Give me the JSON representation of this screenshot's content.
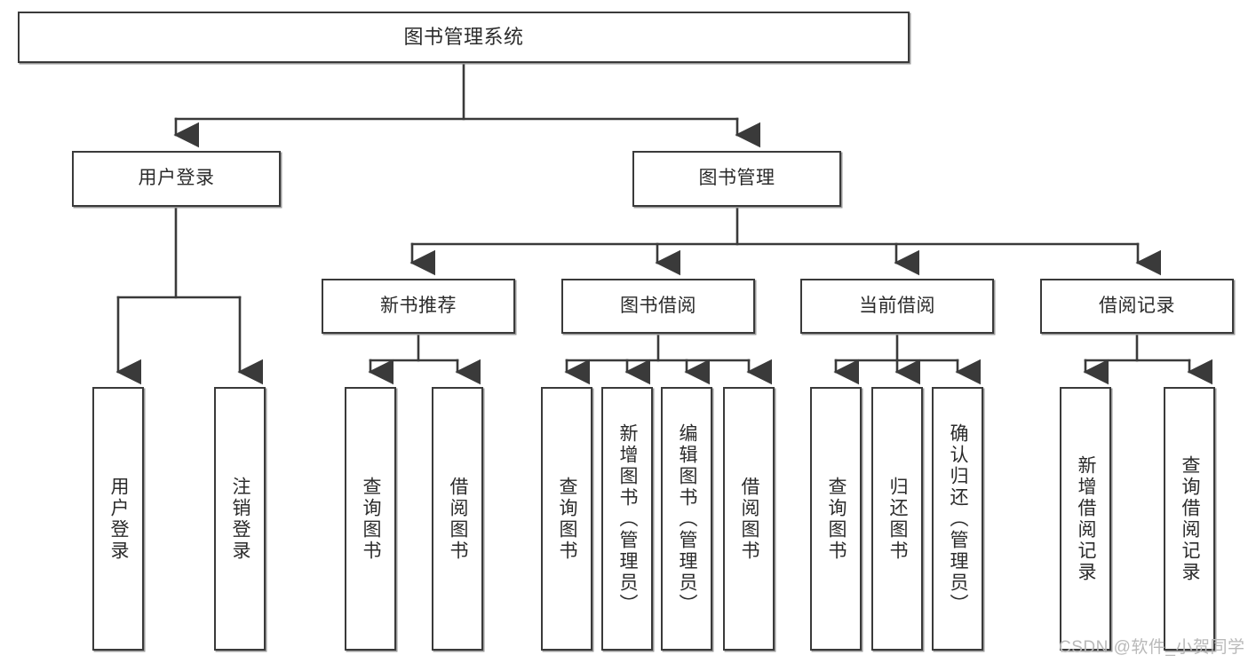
{
  "diagram": {
    "type": "tree-hierarchy",
    "title": "图书管理系统",
    "watermark": "CSDN @软件_小贺同学",
    "colors": {
      "box_border": "#3a3a3a",
      "box_fill": "#ffffff",
      "edge": "#3a3a3a",
      "text": "#2b2b2b",
      "watermark": "#b9b9b9",
      "background": "#ffffff"
    },
    "nodes": {
      "root": {
        "label": "图书管理系统"
      },
      "level2": [
        {
          "id": "user-login",
          "label": "用户登录"
        },
        {
          "id": "book-management",
          "label": "图书管理"
        }
      ],
      "level3": [
        {
          "id": "new-book-recommend",
          "label": "新书推荐"
        },
        {
          "id": "book-borrow",
          "label": "图书借阅"
        },
        {
          "id": "current-borrow",
          "label": "当前借阅"
        },
        {
          "id": "borrow-record",
          "label": "借阅记录"
        }
      ],
      "leaves": {
        "user_login": [
          {
            "id": "leaf-user-login",
            "label": "用户登录"
          },
          {
            "id": "leaf-logout",
            "label": "注销登录"
          }
        ],
        "new_book_recommend": [
          {
            "id": "leaf-query-book-1",
            "label": "查询图书"
          },
          {
            "id": "leaf-borrow-book-1",
            "label": "借阅图书"
          }
        ],
        "book_borrow": [
          {
            "id": "leaf-query-book-2",
            "label": "查询图书"
          },
          {
            "id": "leaf-add-book",
            "label": "新增图书（管理员）"
          },
          {
            "id": "leaf-edit-book",
            "label": "编辑图书（管理员）"
          },
          {
            "id": "leaf-borrow-book-2",
            "label": "借阅图书"
          }
        ],
        "current_borrow": [
          {
            "id": "leaf-query-book-3",
            "label": "查询图书"
          },
          {
            "id": "leaf-return-book",
            "label": "归还图书"
          },
          {
            "id": "leaf-confirm-return",
            "label": "确认归还（管理员）"
          }
        ],
        "borrow_record": [
          {
            "id": "leaf-add-record",
            "label": "新增借阅记录"
          },
          {
            "id": "leaf-query-record",
            "label": "查询借阅记录"
          }
        ]
      }
    }
  }
}
